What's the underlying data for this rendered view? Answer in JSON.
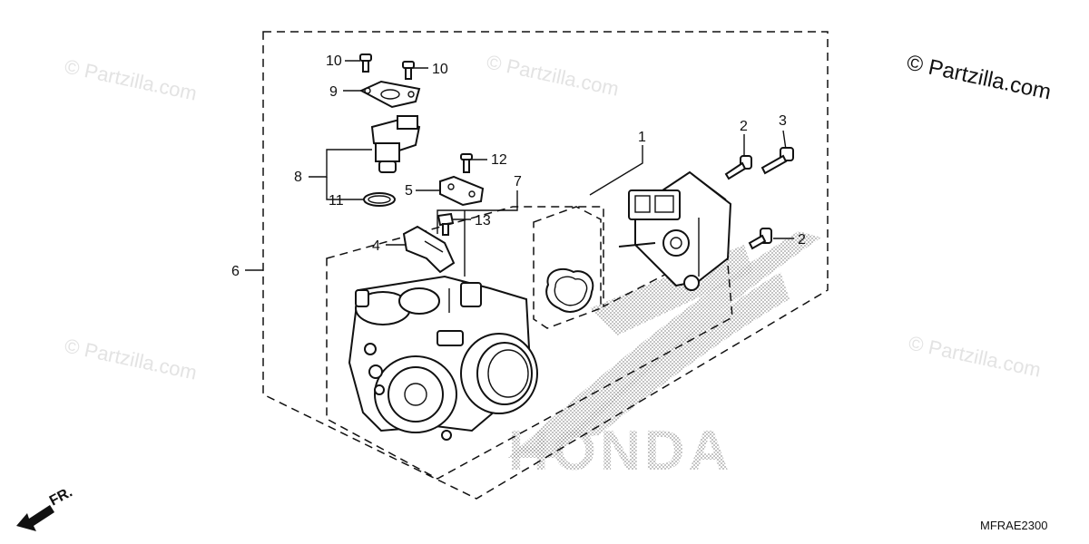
{
  "watermarks": {
    "faint": "© Partzilla.com",
    "corner": "© Partzilla.com"
  },
  "brand_watermark": "HONDA",
  "diagram_code": "MFRAE2300",
  "front_indicator": "FR.",
  "callouts": {
    "c1": "1",
    "c2a": "2",
    "c2b": "2",
    "c3": "3",
    "c4": "4",
    "c5": "5",
    "c6": "6",
    "c7": "7",
    "c8": "8",
    "c9": "9",
    "c10a": "10",
    "c10b": "10",
    "c11": "11",
    "c12": "12",
    "c13": "13"
  },
  "icons": [
    "front-arrow-icon"
  ],
  "colors": {
    "line": "#111111",
    "watermark": "#e3e3e3",
    "background": "#ffffff"
  }
}
